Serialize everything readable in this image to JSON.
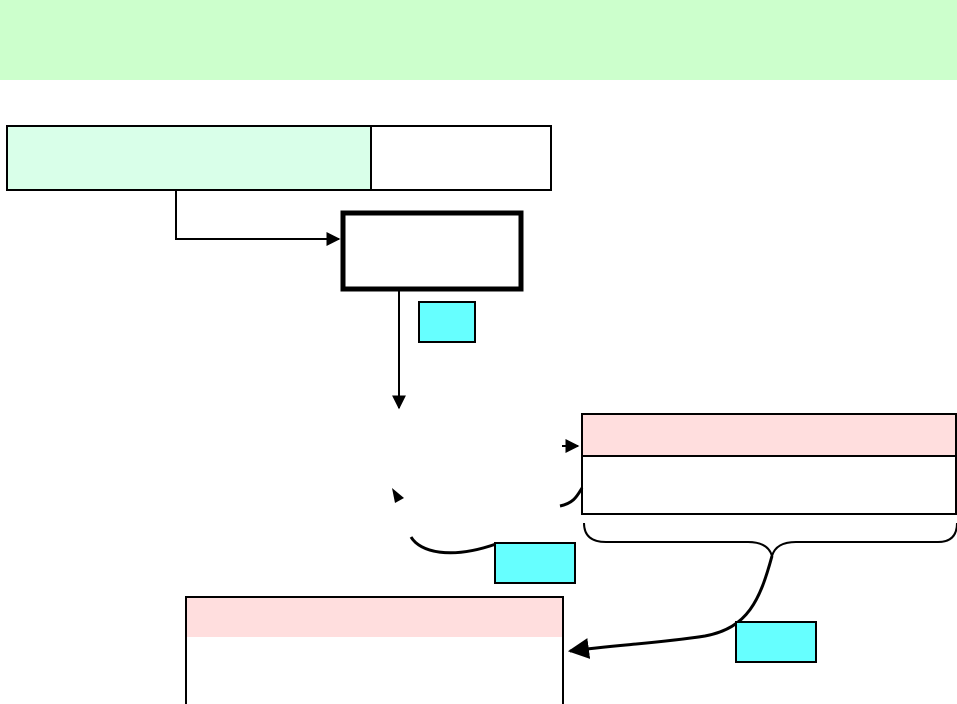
{
  "colors": {
    "header_band": "#ccffcc",
    "mint_box": "#d9ffe9",
    "pink_header": "#ffdede",
    "cyan_tag": "#66ffff",
    "stroke": "#000000",
    "background": "#ffffff"
  },
  "nodes": [
    {
      "id": "header-band",
      "text": ""
    },
    {
      "id": "top-left-box",
      "text": ""
    },
    {
      "id": "top-right-box",
      "text": ""
    },
    {
      "id": "bold-center-box",
      "text": ""
    },
    {
      "id": "tag-1",
      "text": ""
    },
    {
      "id": "right-table-header",
      "text": ""
    },
    {
      "id": "right-table-body",
      "text": ""
    },
    {
      "id": "tag-2",
      "text": ""
    },
    {
      "id": "bottom-table-header",
      "text": ""
    },
    {
      "id": "bottom-table-body",
      "text": ""
    },
    {
      "id": "tag-3",
      "text": ""
    }
  ],
  "edges": [
    {
      "from": "top-left-box",
      "to": "bold-center-box",
      "style": "elbow-arrow"
    },
    {
      "from": "bold-center-box",
      "to": "down-arrow-target",
      "style": "straight-arrow"
    },
    {
      "from": "center-point",
      "to": "right-table-header",
      "style": "arrow"
    },
    {
      "from": "right-table-body",
      "to": "center-point",
      "style": "curved-arrow"
    },
    {
      "from": "center-point",
      "to": "tag-2",
      "style": "curve"
    },
    {
      "from": "right-table-brace",
      "to": "bottom-table-body",
      "style": "curved-arrow"
    }
  ]
}
